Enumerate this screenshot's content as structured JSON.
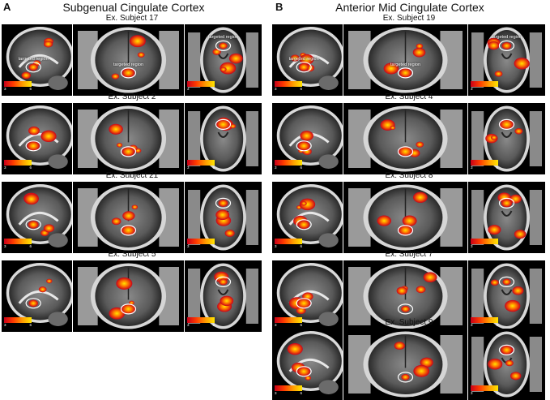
{
  "panels": [
    {
      "letter": "A",
      "title": "Subgenual Cingulate Cortex",
      "rows": [
        {
          "subject": "Ex. Subject 17",
          "region_label": "targeted region"
        },
        {
          "subject": "Ex. Subject 2",
          "region_label": ""
        },
        {
          "subject": "Ex. Subject 21",
          "region_label": ""
        },
        {
          "subject": "Ex. Subject 5",
          "region_label": ""
        }
      ]
    },
    {
      "letter": "B",
      "title": "Anterior Mid Cingulate Cortex",
      "rows": [
        {
          "subject": "Ex. Subject 19",
          "region_label": "targeted region"
        },
        {
          "subject": "Ex. Subject 4",
          "region_label": ""
        },
        {
          "subject": "Ex. Subject 8",
          "region_label": ""
        },
        {
          "subject": "Ex. Subject 7",
          "region_label": ""
        },
        {
          "subject": "Ex. Subject 9",
          "region_label": ""
        }
      ]
    }
  ],
  "colorbar": {
    "min_label": "3",
    "max_label": "6"
  },
  "colors": {
    "activation_low": "#c8001a",
    "activation_mid": "#ff7a00",
    "activation_high": "#ffe500",
    "roi_outline": "#ffffff"
  }
}
